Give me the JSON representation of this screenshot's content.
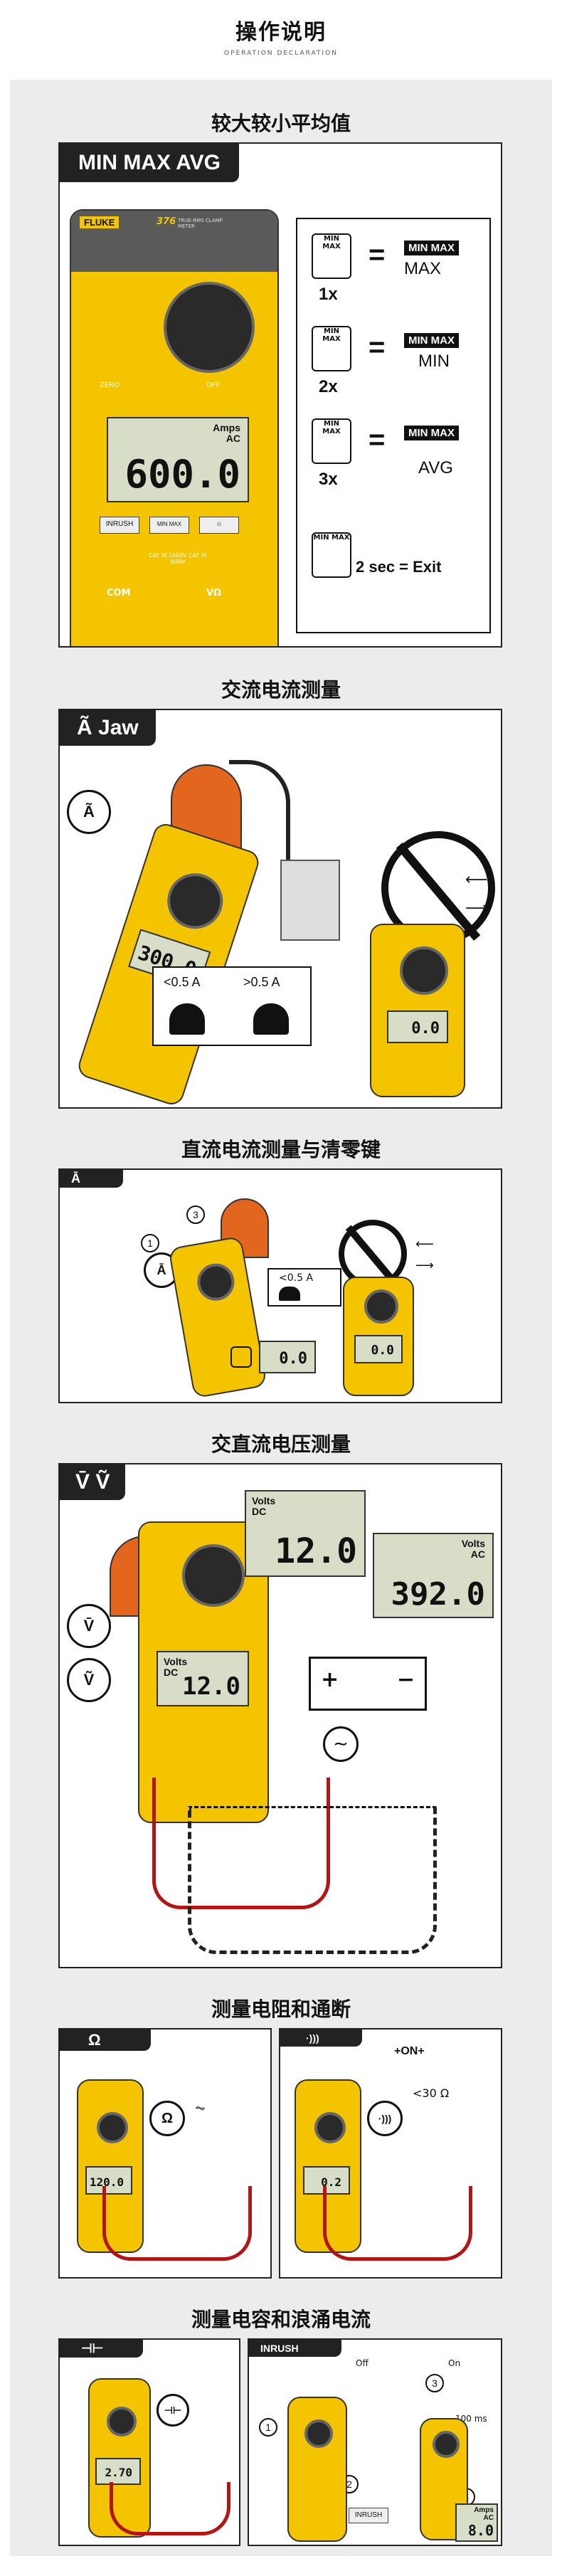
{
  "header": {
    "title": "操作说明",
    "subtitle": "OPERATION DECLARATION"
  },
  "sec1": {
    "title": "较大较小平均值",
    "tab": "MIN MAX AVG",
    "meter_brand": "FLUKE",
    "meter_model": "376",
    "meter_model_desc": "TRUE-RMS CLAMP METER",
    "zero_label": "ZERO",
    "off_label": "OFF",
    "unit_top": "Amps",
    "unit_bottom": "AC",
    "reading": "600.0",
    "btn_inrush": "INRUSH",
    "btn_minmax": "MIN MAX",
    "cat_text": "CAT III 1000V CAT IV 600V",
    "com_label": "COM",
    "v_label": "VΩ",
    "steps": [
      {
        "press": "1x",
        "badge": "MIN MAX",
        "result": "MAX"
      },
      {
        "press": "2x",
        "badge": "MIN MAX",
        "result": "MIN"
      },
      {
        "press": "3x",
        "badge": "MIN MAX",
        "result": "AVG"
      }
    ],
    "hold_label": "MIN MAX",
    "hold_text": "2 sec = Exit"
  },
  "sec2": {
    "title": "交流电流测量",
    "tab": "Jaw",
    "tab_symbol": "Ã",
    "icon": "Ã",
    "reading": "300.0",
    "reading_right": "0.0",
    "lt": "<0.5 A",
    "gt": ">0.5 A"
  },
  "sec3": {
    "title": "直流电流测量与清零键",
    "tab_symbol": "Ā",
    "icon": "Ā",
    "lt": "<0.5 A",
    "reading": "0.0",
    "reading_right": "0.0"
  },
  "sec4": {
    "title": "交直流电压测量",
    "tab": "V̄ Ṽ",
    "icon_dc": "V̄",
    "icon_ac": "Ṽ",
    "lcd1_unit_top": "Volts",
    "lcd1_unit_bottom": "DC",
    "lcd1_value": "12.0",
    "lcd2_unit_top": "Volts",
    "lcd2_unit_bottom": "AC",
    "lcd2_value": "392.0",
    "meter_unit_top": "Volts",
    "meter_unit_bottom": "DC",
    "meter_value": "12.0",
    "battery_plus": "+",
    "battery_minus": "−"
  },
  "sec5": {
    "title": "测量电阻和通断",
    "tab_left": "Ω",
    "tab_right": "·)))",
    "icon_left": "Ω",
    "icon_right": "·)))",
    "combo": "+ON+",
    "threshold": "<30 Ω",
    "reading_left": "120.0",
    "reading_right": "0.2"
  },
  "sec6": {
    "title": "测量电容和浪涌电流",
    "tab_left": "⊣⊢",
    "tab_right": "INRUSH",
    "off": "Off",
    "on": "On",
    "ms": "100 ms",
    "reading_left": "2.70",
    "reading_right": "8.0",
    "right_unit_top": "Amps",
    "right_unit_bottom": "AC",
    "inrush_btn": "INRUSH",
    "nums": [
      "1",
      "2",
      "3",
      "4"
    ]
  }
}
